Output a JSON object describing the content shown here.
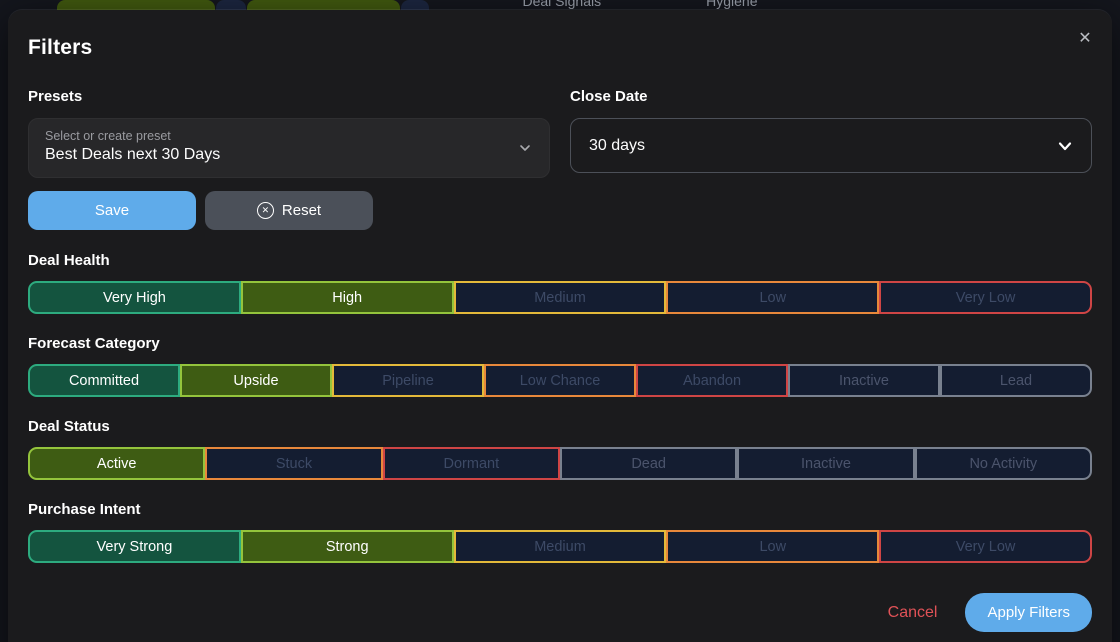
{
  "backdrop": {
    "tabs": [
      {
        "label": "Deal Signals"
      },
      {
        "label": "Hygiene"
      }
    ]
  },
  "modal": {
    "title": "Filters",
    "close_icon": "✕",
    "presets": {
      "label": "Presets",
      "placeholder": "Select or create preset",
      "value": "Best Deals next 30 Days"
    },
    "close_date": {
      "label": "Close Date",
      "value": "30 days"
    },
    "save_label": "Save",
    "reset_label": "Reset",
    "reset_icon": "✕",
    "filter_groups": [
      {
        "label": "Deal Health",
        "options": [
          {
            "label": "Very High",
            "state": "selected-green"
          },
          {
            "label": "High",
            "state": "selected-olive"
          },
          {
            "label": "Medium",
            "state": "yellow"
          },
          {
            "label": "Low",
            "state": "orange"
          },
          {
            "label": "Very Low",
            "state": "red"
          }
        ]
      },
      {
        "label": "Forecast Category",
        "options": [
          {
            "label": "Committed",
            "state": "selected-green"
          },
          {
            "label": "Upside",
            "state": "selected-olive"
          },
          {
            "label": "Pipeline",
            "state": "yellow"
          },
          {
            "label": "Low Chance",
            "state": "orange"
          },
          {
            "label": "Abandon",
            "state": "red"
          },
          {
            "label": "Inactive",
            "state": "gray"
          },
          {
            "label": "Lead",
            "state": "gray"
          }
        ]
      },
      {
        "label": "Deal Status",
        "options": [
          {
            "label": "Active",
            "state": "selected-olive"
          },
          {
            "label": "Stuck",
            "state": "orange"
          },
          {
            "label": "Dormant",
            "state": "red"
          },
          {
            "label": "Dead",
            "state": "gray"
          },
          {
            "label": "Inactive",
            "state": "gray"
          },
          {
            "label": "No Activity",
            "state": "gray"
          }
        ]
      },
      {
        "label": "Purchase Intent",
        "options": [
          {
            "label": "Very Strong",
            "state": "selected-green"
          },
          {
            "label": "Strong",
            "state": "selected-olive"
          },
          {
            "label": "Medium",
            "state": "yellow"
          },
          {
            "label": "Low",
            "state": "orange"
          },
          {
            "label": "Very Low",
            "state": "red"
          }
        ]
      }
    ],
    "footer": {
      "cancel_label": "Cancel",
      "apply_label": "Apply Filters"
    }
  },
  "colors": {
    "accent_blue": "#5fabea",
    "cancel_red": "#e05257",
    "selected_green_fill": "#14543f",
    "selected_green_border": "#2dab7f",
    "selected_olive_fill": "#3e5c13",
    "selected_olive_border": "#94c43c",
    "unselected_fill": "#141d31",
    "border_yellow": "#e3b93a",
    "border_orange": "#e8883b",
    "border_red": "#cf4545",
    "border_gray": "#79818f"
  }
}
